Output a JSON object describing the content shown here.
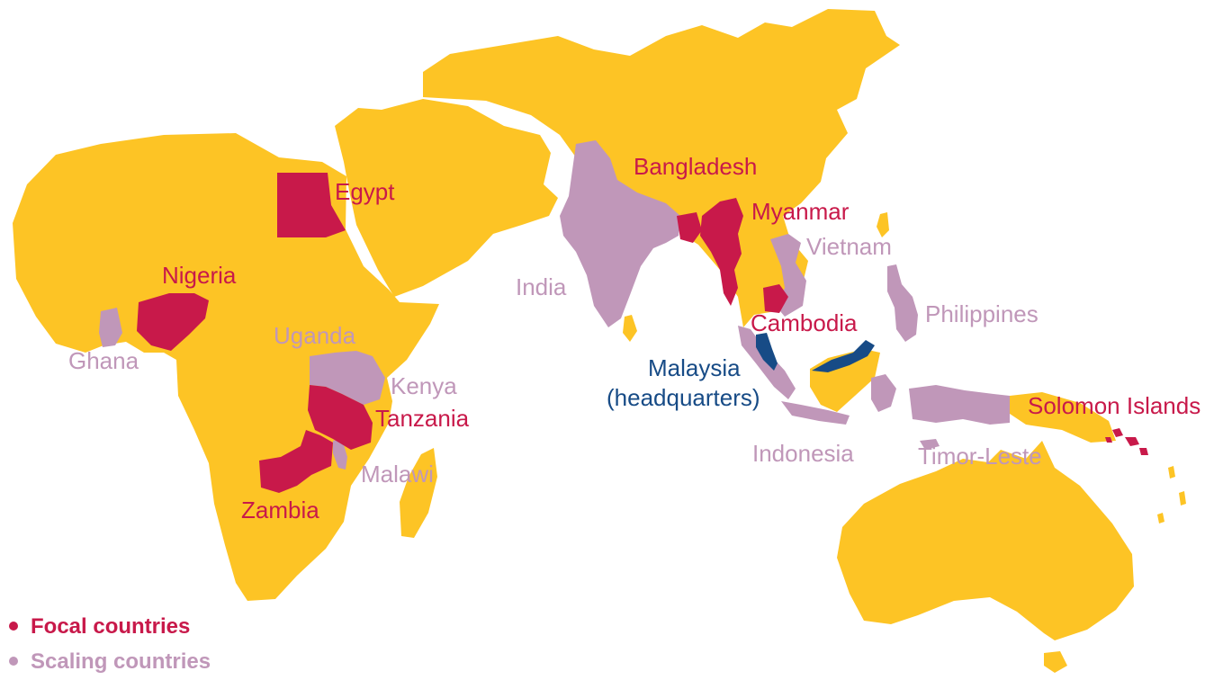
{
  "colors": {
    "land": "#fdc425",
    "focal": "#c8194a",
    "scaling": "#c097b9",
    "headquarters": "#174b86"
  },
  "labels": {
    "focal": {
      "egypt": "Egypt",
      "nigeria": "Nigeria",
      "bangladesh": "Bangladesh",
      "myanmar": "Myanmar",
      "cambodia": "Cambodia",
      "tanzania": "Tanzania",
      "zambia": "Zambia",
      "solomon_islands": "Solomon Islands"
    },
    "scaling": {
      "india": "India",
      "vietnam": "Vietnam",
      "philippines": "Philippines",
      "uganda": "Uganda",
      "ghana": "Ghana",
      "kenya": "Kenya",
      "malawi": "Malawi",
      "indonesia": "Indonesia",
      "timor_leste": "Timor-Leste"
    },
    "headquarters": {
      "line1": "Malaysia",
      "line2": "(headquarters)"
    }
  },
  "legend": {
    "focal": "Focal countries",
    "scaling": "Scaling countries"
  }
}
